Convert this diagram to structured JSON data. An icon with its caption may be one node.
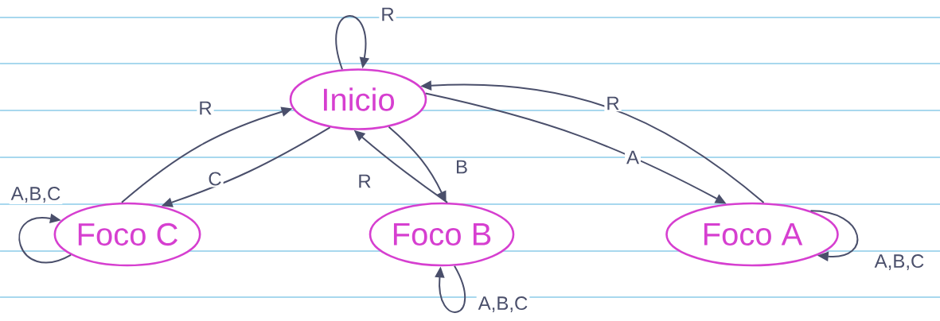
{
  "diagram": {
    "nodes": [
      {
        "text": [
          "Inicio"
        ]
      },
      {
        "text": [
          "Foco C"
        ]
      },
      {
        "text": [
          "Foco B"
        ]
      },
      {
        "text": [
          "Foco A"
        ]
      }
    ],
    "edges": [
      {
        "from": 0,
        "to": 0,
        "arrow": "to",
        "label": "R"
      },
      {
        "from": 1,
        "to": 0,
        "arrow": "to",
        "label": "R"
      },
      {
        "from": 0,
        "to": 1,
        "arrow": "to",
        "label": "C"
      },
      {
        "from": 2,
        "to": 0,
        "arrow": "to",
        "label": "R"
      },
      {
        "from": 0,
        "to": 2,
        "arrow": "to",
        "label": "B"
      },
      {
        "from": 0,
        "to": 3,
        "arrow": "to",
        "label": "A"
      },
      {
        "from": 3,
        "to": 0,
        "arrow": "to",
        "label": "R"
      },
      {
        "from": 1,
        "to": 1,
        "arrow": "to",
        "label": "A,B,C"
      },
      {
        "from": 2,
        "to": 2,
        "arrow": "to",
        "label": "A,B,C"
      },
      {
        "from": 3,
        "to": 3,
        "arrow": "to",
        "label": "A,B,C"
      }
    ]
  }
}
